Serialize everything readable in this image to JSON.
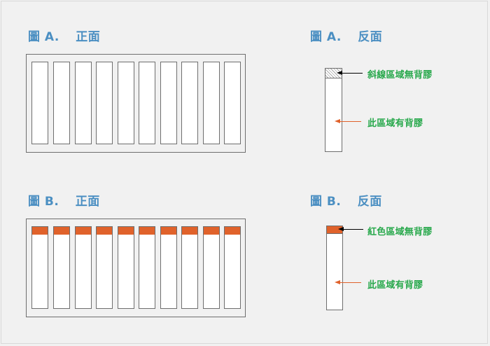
{
  "headings": {
    "a_front": {
      "prefix": "圖 A.",
      "suffix": "正面"
    },
    "a_back": {
      "prefix": "圖 A.",
      "suffix": "反面"
    },
    "b_front": {
      "prefix": "圖 B.",
      "suffix": "正面"
    },
    "b_back": {
      "prefix": "圖 B.",
      "suffix": "反面"
    }
  },
  "callouts": {
    "a_hatched": "斜線區域無背膠",
    "a_glue": "此區域有背膠",
    "b_red": "紅色區域無背膠",
    "b_glue": "此區域有背膠"
  },
  "colors": {
    "heading_blue": "#4b8fc2",
    "callout_green": "#27a84b",
    "orange": "#e0622b",
    "outline": "#6e6e6e"
  },
  "icons": {
    "arrow_black": "arrow-left-icon",
    "arrow_red": "arrow-left-icon"
  }
}
